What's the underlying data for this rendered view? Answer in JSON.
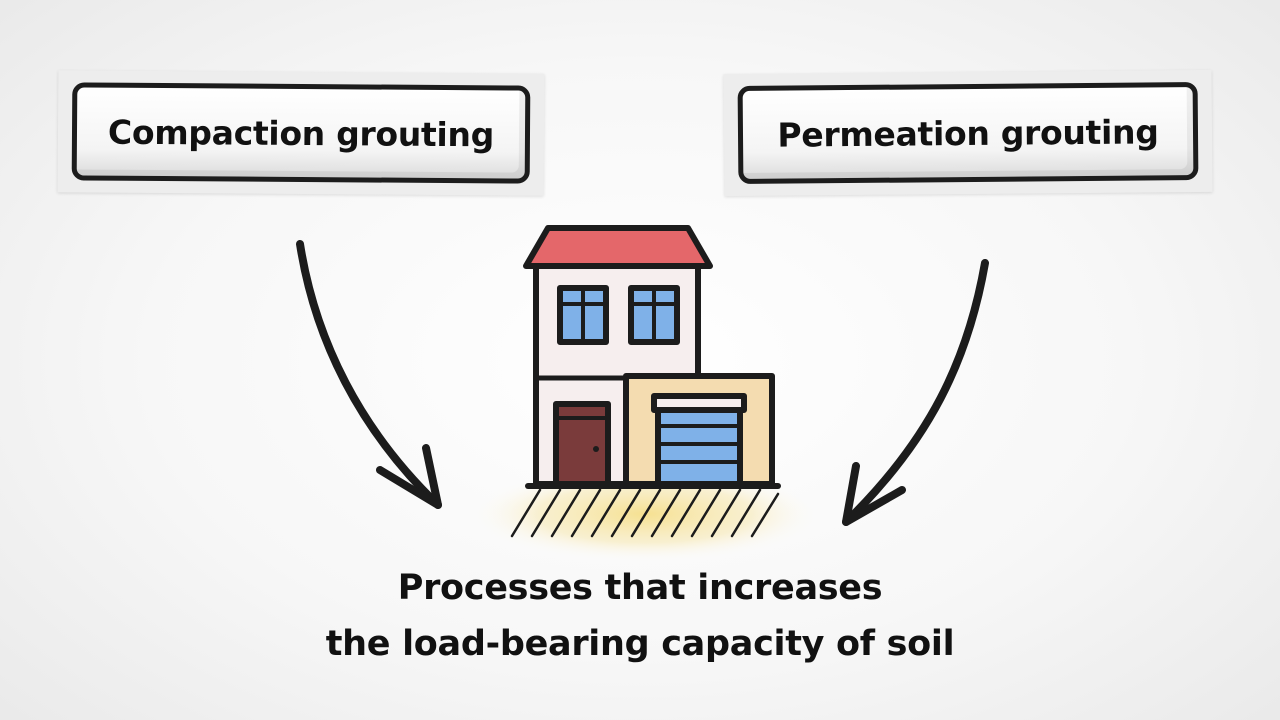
{
  "labels": {
    "left": "Compaction grouting",
    "right": "Permeation grouting"
  },
  "caption": {
    "line1": "Processes that increases",
    "line2": "the load-bearing capacity of soil"
  },
  "icons": {
    "center": "house-icon",
    "ground": "soil-hatch-icon",
    "arrows": "curved-arrow-icon"
  },
  "colors": {
    "outline": "#1c1c1c",
    "roof": "#e4676a",
    "wall": "#f6eeee",
    "garage_wall": "#f4dcb0",
    "window": "#7fb1e8",
    "door": "#7a3b3b",
    "soil_glow": "#f7e6a0"
  }
}
